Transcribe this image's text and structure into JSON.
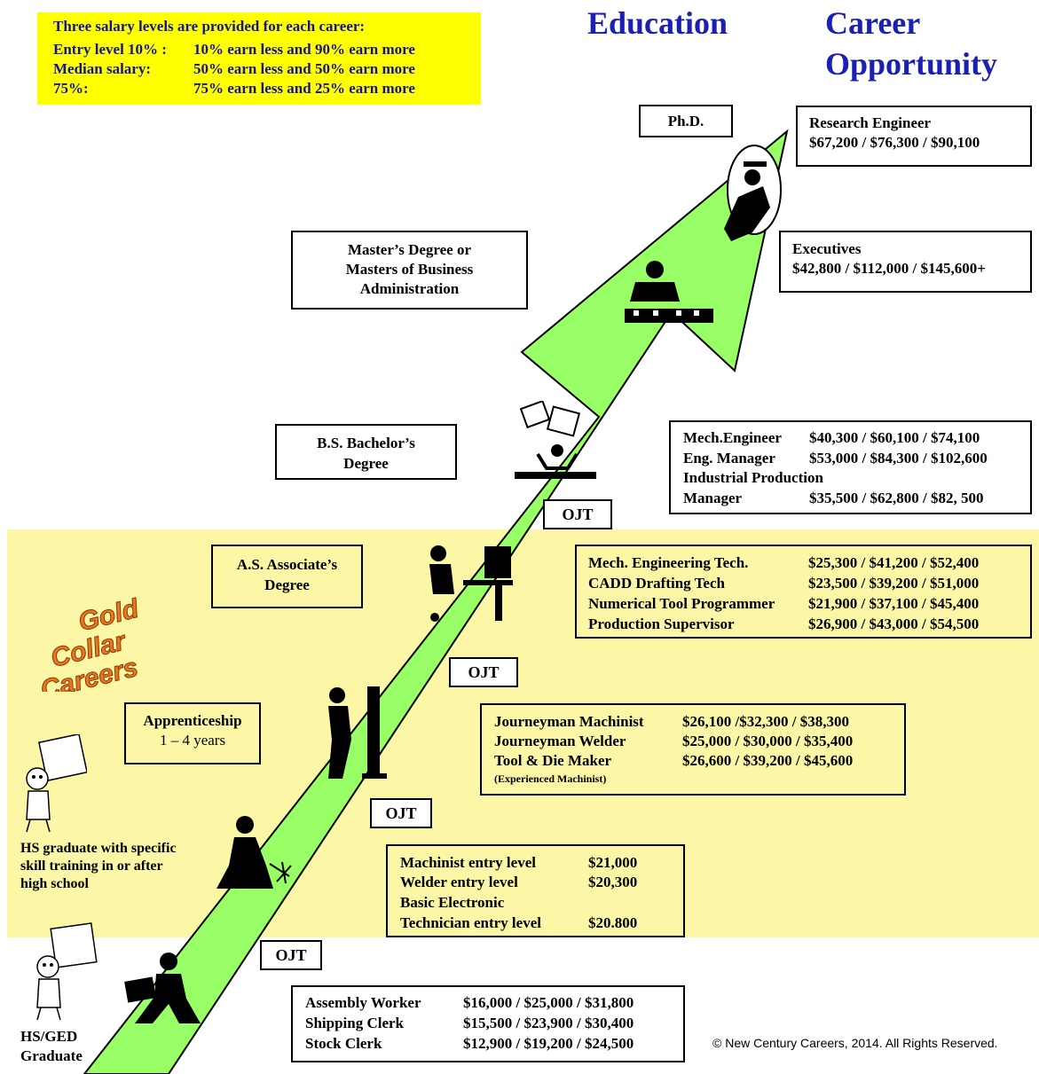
{
  "legend": {
    "title": "Three salary levels are provided for each career:",
    "rows": [
      {
        "label": "Entry level 10% :",
        "desc": "10% earn less and 90% earn more"
      },
      {
        "label": "Median salary:",
        "desc": "50% earn less and 50% earn more"
      },
      {
        "label": "75%:",
        "desc": "75% earn less and 25% earn more"
      }
    ]
  },
  "headers": {
    "education": "Education",
    "career_line1": "Career",
    "career_line2": "Opportunity"
  },
  "education": {
    "phd": "Ph.D.",
    "masters": [
      "Master’s Degree or",
      "Masters of Business",
      "Administration"
    ],
    "bachelors": [
      "B.S. Bachelor’s",
      "Degree"
    ],
    "associate": [
      "A.S. Associate’s",
      "Degree"
    ],
    "apprenticeship": [
      "Apprenticeship",
      "1 – 4 years"
    ],
    "hs_skill": [
      "HS graduate with specific",
      "skill training in or after",
      "high school"
    ],
    "hs_ged": [
      "HS/GED",
      "Graduate"
    ]
  },
  "ojt_label": "OJT",
  "gold_collar": [
    "Gold",
    "Collar",
    "Careers"
  ],
  "careers": {
    "research": {
      "title": "Research Engineer",
      "salary": "$67,200 / $76,300 / $90,100"
    },
    "executives": {
      "title": "Executives",
      "salary": "$42,800 / $112,000 / $145,600+"
    },
    "engineering": [
      {
        "title": "Mech.Engineer",
        "salary": "$40,300 / $60,100 / $74,100"
      },
      {
        "title": "Eng. Manager",
        "salary": "$53,000 / $84,300 / $102,600"
      },
      {
        "title": "Industrial Production",
        "salary": ""
      },
      {
        "title": "Manager",
        "salary": "$35,500 / $62,800 / $82, 500"
      }
    ],
    "tech": [
      {
        "title": "Mech. Engineering Tech.",
        "salary": "$25,300 / $41,200 / $52,400"
      },
      {
        "title": "CADD Drafting Tech",
        "salary": "$23,500 / $39,200 /  $51,000"
      },
      {
        "title": "Numerical Tool Programmer",
        "salary": "$21,900 / $37,100 / $45,400"
      },
      {
        "title": "Production Supervisor",
        "salary": "$26,900 / $43,000 / $54,500"
      }
    ],
    "journeyman": [
      {
        "title": "Journeyman Machinist",
        "salary": "$26,100 /$32,300 / $38,300"
      },
      {
        "title": "Journeyman Welder",
        "salary": "$25,000 / $30,000 / $35,400"
      },
      {
        "title": "Tool & Die Maker",
        "salary": "$26,600 / $39,200 / $45,600"
      }
    ],
    "journeyman_note": "(Experienced Machinist)",
    "entry": [
      {
        "title": "Machinist  entry level",
        "salary": "$21,000"
      },
      {
        "title": "Welder entry level",
        "salary": "$20,300"
      },
      {
        "title": "Basic Electronic",
        "salary": ""
      },
      {
        "title": "Technician entry level",
        "salary": "$20.800"
      }
    ],
    "assembly": [
      {
        "title": "Assembly Worker",
        "salary": "$16,000 / $25,000 / $31,800"
      },
      {
        "title": "Shipping Clerk",
        "salary": "$15,500 / $23,900 / $30,400"
      },
      {
        "title": "Stock Clerk",
        "salary": "$12,900 / $19,200 / $24,500"
      }
    ]
  },
  "colors": {
    "arrow": "#99ff66",
    "band": "#fbf7a7",
    "legend": "#ffff00",
    "header": "#1a20b3",
    "gold": "#e87722"
  },
  "copyright": "© New Century Careers, 2014.  All Rights Reserved."
}
